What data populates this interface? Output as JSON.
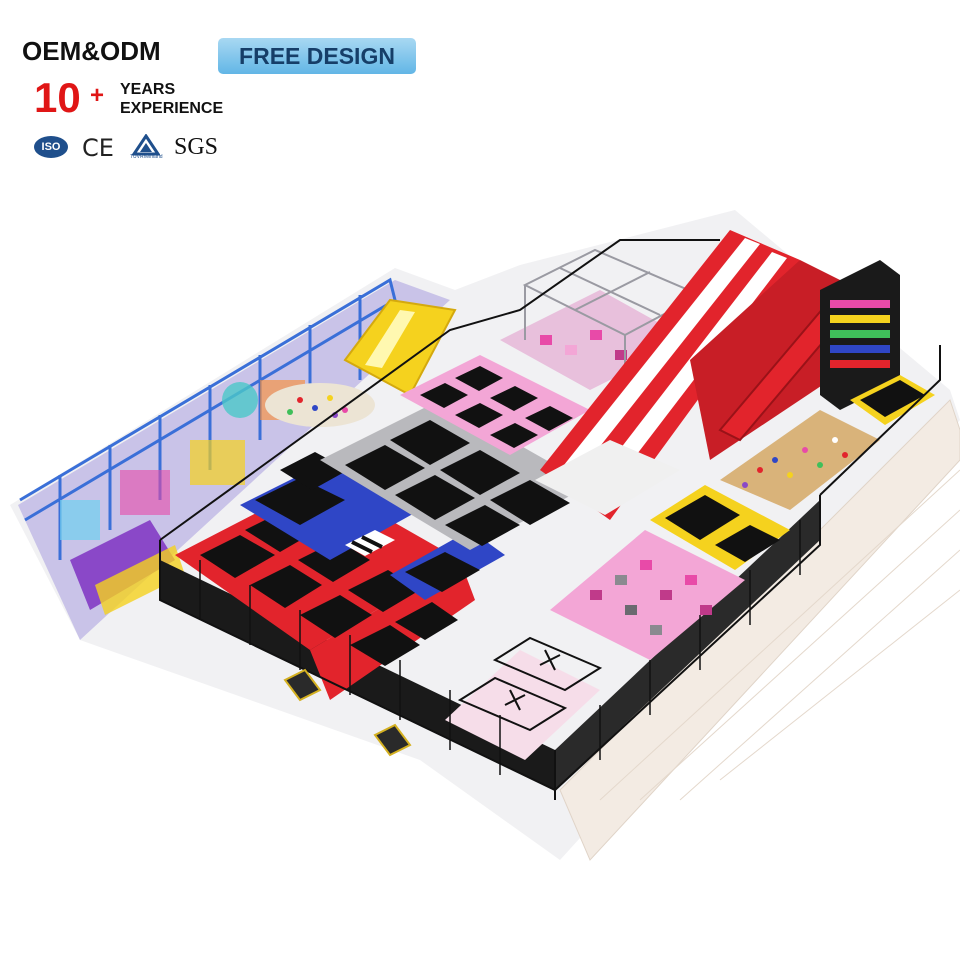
{
  "banner": {
    "oem": "OEM&ODM",
    "free_design": "FREE DESIGN",
    "ten": "10",
    "plus": "+",
    "years_line1": "YEARS",
    "years_line2": "EXPERIENCE"
  },
  "certifications": {
    "iso": "ISO",
    "ce": "CE",
    "tuv": "TÜVRheinland",
    "sgs": "SGS"
  },
  "colors": {
    "red": "#e2242c",
    "blue": "#2f46c6",
    "pink": "#f3a6d6",
    "gray": "#b9b9bd",
    "black": "#111111",
    "yellow": "#f5d21e",
    "purple": "#8a48c8"
  }
}
